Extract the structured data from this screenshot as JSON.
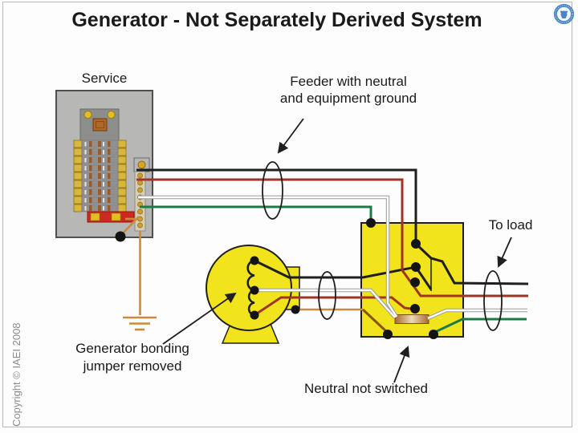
{
  "header": {
    "title": "Generator - Not Separately Derived System"
  },
  "labels": {
    "service": "Service",
    "feeder_line1": "Feeder with neutral",
    "feeder_line2": "and equipment ground",
    "to_load": "To load",
    "bonding_line1": "Generator bonding",
    "bonding_line2": "jumper removed",
    "neutral": "Neutral not switched"
  },
  "footer": {
    "copyright": "Copyright © IAEI 2008"
  },
  "colors": {
    "hot_black": "#1f1f1f",
    "hot_red": "#a03527",
    "neutral_white": "#ffffff",
    "neutral_casing": "#9a9a9a",
    "ground_green": "#1d7a45",
    "ground_copper": "#cd8a3f",
    "bond_brown": "#8a5513",
    "equipment_yellow": "#f2e41c",
    "panel_gray": "#b7b7b5",
    "panel_inner_gray": "#8d8d8b",
    "bus_red": "#cc2a1e",
    "terminal_gold": "#d9b63c",
    "junction_black": "#141414",
    "logo_blue": "#4a86c2"
  }
}
